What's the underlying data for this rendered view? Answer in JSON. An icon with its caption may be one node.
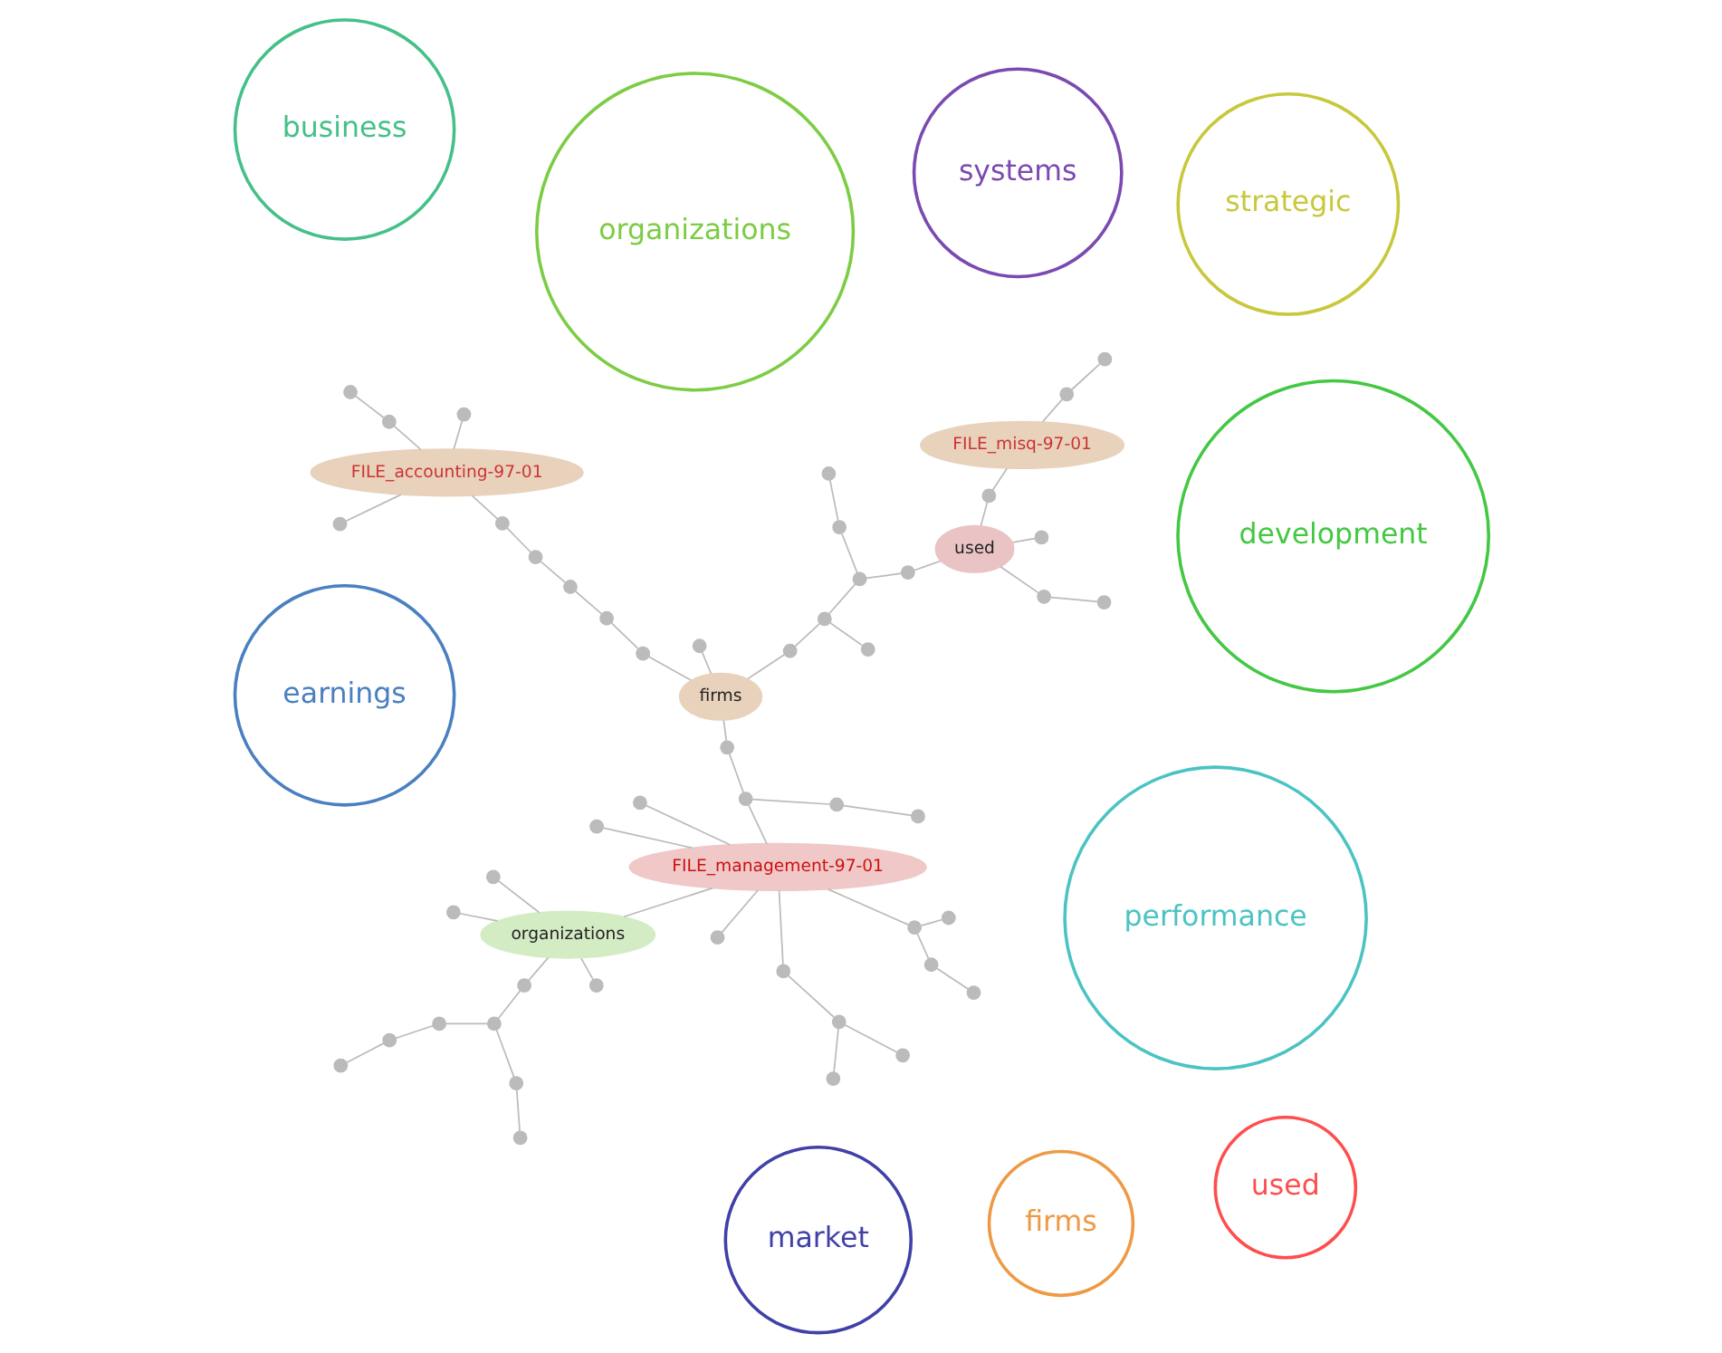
{
  "diagram": {
    "nodes": [
      {
        "text": [
          "performance"
        ]
      },
      {
        "text": [
          "FILE_management-97-01"
        ]
      },
      {
        "text": [
          "strategic"
        ]
      },
      {
        "text": [
          "firms"
        ]
      },
      {
        "text": [
          "firms"
        ]
      },
      {
        "text": [
          "market"
        ]
      },
      {
        "text": [
          "organizations"
        ]
      },
      {
        "text": [
          "organizations"
        ]
      },
      {
        "text": [
          "business"
        ]
      },
      {
        "text": [
          "earnings"
        ]
      },
      {
        "text": [
          "FILE_accounting-97-01"
        ]
      },
      {
        "text": [
          "development"
        ]
      },
      {
        "text": [
          "used"
        ]
      },
      {
        "text": [
          "used"
        ]
      },
      {
        "text": [
          "systems"
        ]
      },
      {
        "text": [
          "FILE_misq-97-01"
        ]
      },
      {
        "text": [],
        "shape": "circle"
      },
      {
        "text": [],
        "shape": "circle"
      },
      {
        "text": [],
        "shape": "circle"
      },
      {
        "text": [],
        "shape": "circle"
      },
      {
        "text": [],
        "shape": "circle"
      },
      {
        "text": [],
        "shape": "circle"
      },
      {
        "text": [],
        "shape": "circle"
      },
      {
        "text": [],
        "shape": "circle"
      },
      {
        "text": [],
        "shape": "circle"
      },
      {
        "text": [],
        "shape": "circle"
      },
      {
        "text": [],
        "shape": "circle"
      },
      {
        "text": [],
        "shape": "circle"
      },
      {
        "text": [],
        "shape": "circle"
      },
      {
        "text": [],
        "shape": "circle"
      },
      {
        "text": [],
        "shape": "circle"
      },
      {
        "text": [],
        "shape": "circle"
      },
      {
        "text": [],
        "shape": "circle"
      },
      {
        "text": [],
        "shape": "circle"
      },
      {
        "text": [],
        "shape": "circle"
      },
      {
        "text": [],
        "shape": "circle"
      },
      {
        "text": [],
        "shape": "circle"
      },
      {
        "text": [],
        "shape": "circle"
      },
      {
        "text": [],
        "shape": "circle"
      },
      {
        "text": [],
        "shape": "circle"
      },
      {
        "text": [],
        "shape": "circle"
      },
      {
        "text": [],
        "shape": "circle"
      },
      {
        "text": [],
        "shape": "circle"
      },
      {
        "text": [],
        "shape": "circle"
      },
      {
        "text": [],
        "shape": "circle"
      },
      {
        "text": [],
        "shape": "circle"
      },
      {
        "text": [],
        "shape": "circle"
      },
      {
        "text": [],
        "shape": "circle"
      },
      {
        "text": [],
        "shape": "circle"
      },
      {
        "text": [],
        "shape": "circle"
      },
      {
        "text": [],
        "shape": "circle"
      },
      {
        "text": [],
        "shape": "circle"
      },
      {
        "text": [],
        "shape": "circle"
      },
      {
        "text": [],
        "shape": "circle"
      },
      {
        "text": [],
        "shape": "circle"
      },
      {
        "text": [],
        "shape": "circle"
      },
      {
        "text": [],
        "shape": "circle"
      },
      {
        "text": [],
        "shape": "circle"
      },
      {
        "text": [],
        "shape": "circle"
      },
      {
        "text": [],
        "shape": "circle"
      },
      {
        "text": [],
        "shape": "circle"
      },
      {
        "text": [],
        "shape": "circle"
      },
      {
        "text": [],
        "shape": "circle"
      },
      {
        "text": [],
        "shape": "circle"
      }
    ],
    "edges": [
      {
        "from": 3,
        "to": 18,
        "arrow": "none"
      },
      {
        "from": 18,
        "to": 17,
        "arrow": "none"
      },
      {
        "from": 17,
        "to": 1,
        "arrow": "none"
      },
      {
        "from": 17,
        "to": 19,
        "arrow": "none"
      },
      {
        "from": 19,
        "to": 26,
        "arrow": "none"
      },
      {
        "from": 3,
        "to": 24,
        "arrow": "none"
      },
      {
        "from": 3,
        "to": 29,
        "arrow": "none"
      },
      {
        "from": 29,
        "to": 31,
        "arrow": "none"
      },
      {
        "from": 31,
        "to": 32,
        "arrow": "none"
      },
      {
        "from": 32,
        "to": 36,
        "arrow": "none"
      },
      {
        "from": 36,
        "to": 40,
        "arrow": "none"
      },
      {
        "from": 40,
        "to": 10,
        "arrow": "none"
      },
      {
        "from": 10,
        "to": 44,
        "arrow": "none"
      },
      {
        "from": 10,
        "to": 52,
        "arrow": "none"
      },
      {
        "from": 10,
        "to": 46,
        "arrow": "none"
      },
      {
        "from": 46,
        "to": 51,
        "arrow": "none"
      },
      {
        "from": 3,
        "to": 30,
        "arrow": "none"
      },
      {
        "from": 30,
        "to": 33,
        "arrow": "none"
      },
      {
        "from": 33,
        "to": 38,
        "arrow": "none"
      },
      {
        "from": 33,
        "to": 43,
        "arrow": "none"
      },
      {
        "from": 43,
        "to": 48,
        "arrow": "none"
      },
      {
        "from": 48,
        "to": 13,
        "arrow": "none"
      },
      {
        "from": 43,
        "to": 47,
        "arrow": "none"
      },
      {
        "from": 47,
        "to": 50,
        "arrow": "none"
      },
      {
        "from": 13,
        "to": 53,
        "arrow": "none"
      },
      {
        "from": 13,
        "to": 59,
        "arrow": "none"
      },
      {
        "from": 59,
        "to": 58,
        "arrow": "none"
      },
      {
        "from": 13,
        "to": 62,
        "arrow": "none"
      },
      {
        "from": 62,
        "to": 15,
        "arrow": "none"
      },
      {
        "from": 61,
        "to": 63,
        "arrow": "none"
      },
      {
        "from": 63,
        "to": 15,
        "arrow": "none"
      },
      {
        "from": 1,
        "to": 16,
        "arrow": "none"
      },
      {
        "from": 1,
        "to": 20,
        "arrow": "none"
      },
      {
        "from": 20,
        "to": 22,
        "arrow": "none"
      },
      {
        "from": 21,
        "to": 22,
        "arrow": "none"
      },
      {
        "from": 22,
        "to": 25,
        "arrow": "none"
      },
      {
        "from": 1,
        "to": 23,
        "arrow": "none"
      },
      {
        "from": 1,
        "to": 28,
        "arrow": "none"
      },
      {
        "from": 1,
        "to": 35,
        "arrow": "none"
      },
      {
        "from": 35,
        "to": 34,
        "arrow": "none"
      },
      {
        "from": 35,
        "to": 41,
        "arrow": "none"
      },
      {
        "from": 41,
        "to": 45,
        "arrow": "none"
      },
      {
        "from": 1,
        "to": 7,
        "arrow": "none"
      },
      {
        "from": 7,
        "to": 27,
        "arrow": "none"
      },
      {
        "from": 7,
        "to": 37,
        "arrow": "none"
      },
      {
        "from": 7,
        "to": 39,
        "arrow": "none"
      },
      {
        "from": 7,
        "to": 42,
        "arrow": "none"
      },
      {
        "from": 42,
        "to": 49,
        "arrow": "none"
      },
      {
        "from": 49,
        "to": 54,
        "arrow": "none"
      },
      {
        "from": 54,
        "to": 55,
        "arrow": "none"
      },
      {
        "from": 55,
        "to": 60,
        "arrow": "none"
      },
      {
        "from": 49,
        "to": 57,
        "arrow": "none"
      },
      {
        "from": 57,
        "to": 56,
        "arrow": "none"
      }
    ]
  }
}
